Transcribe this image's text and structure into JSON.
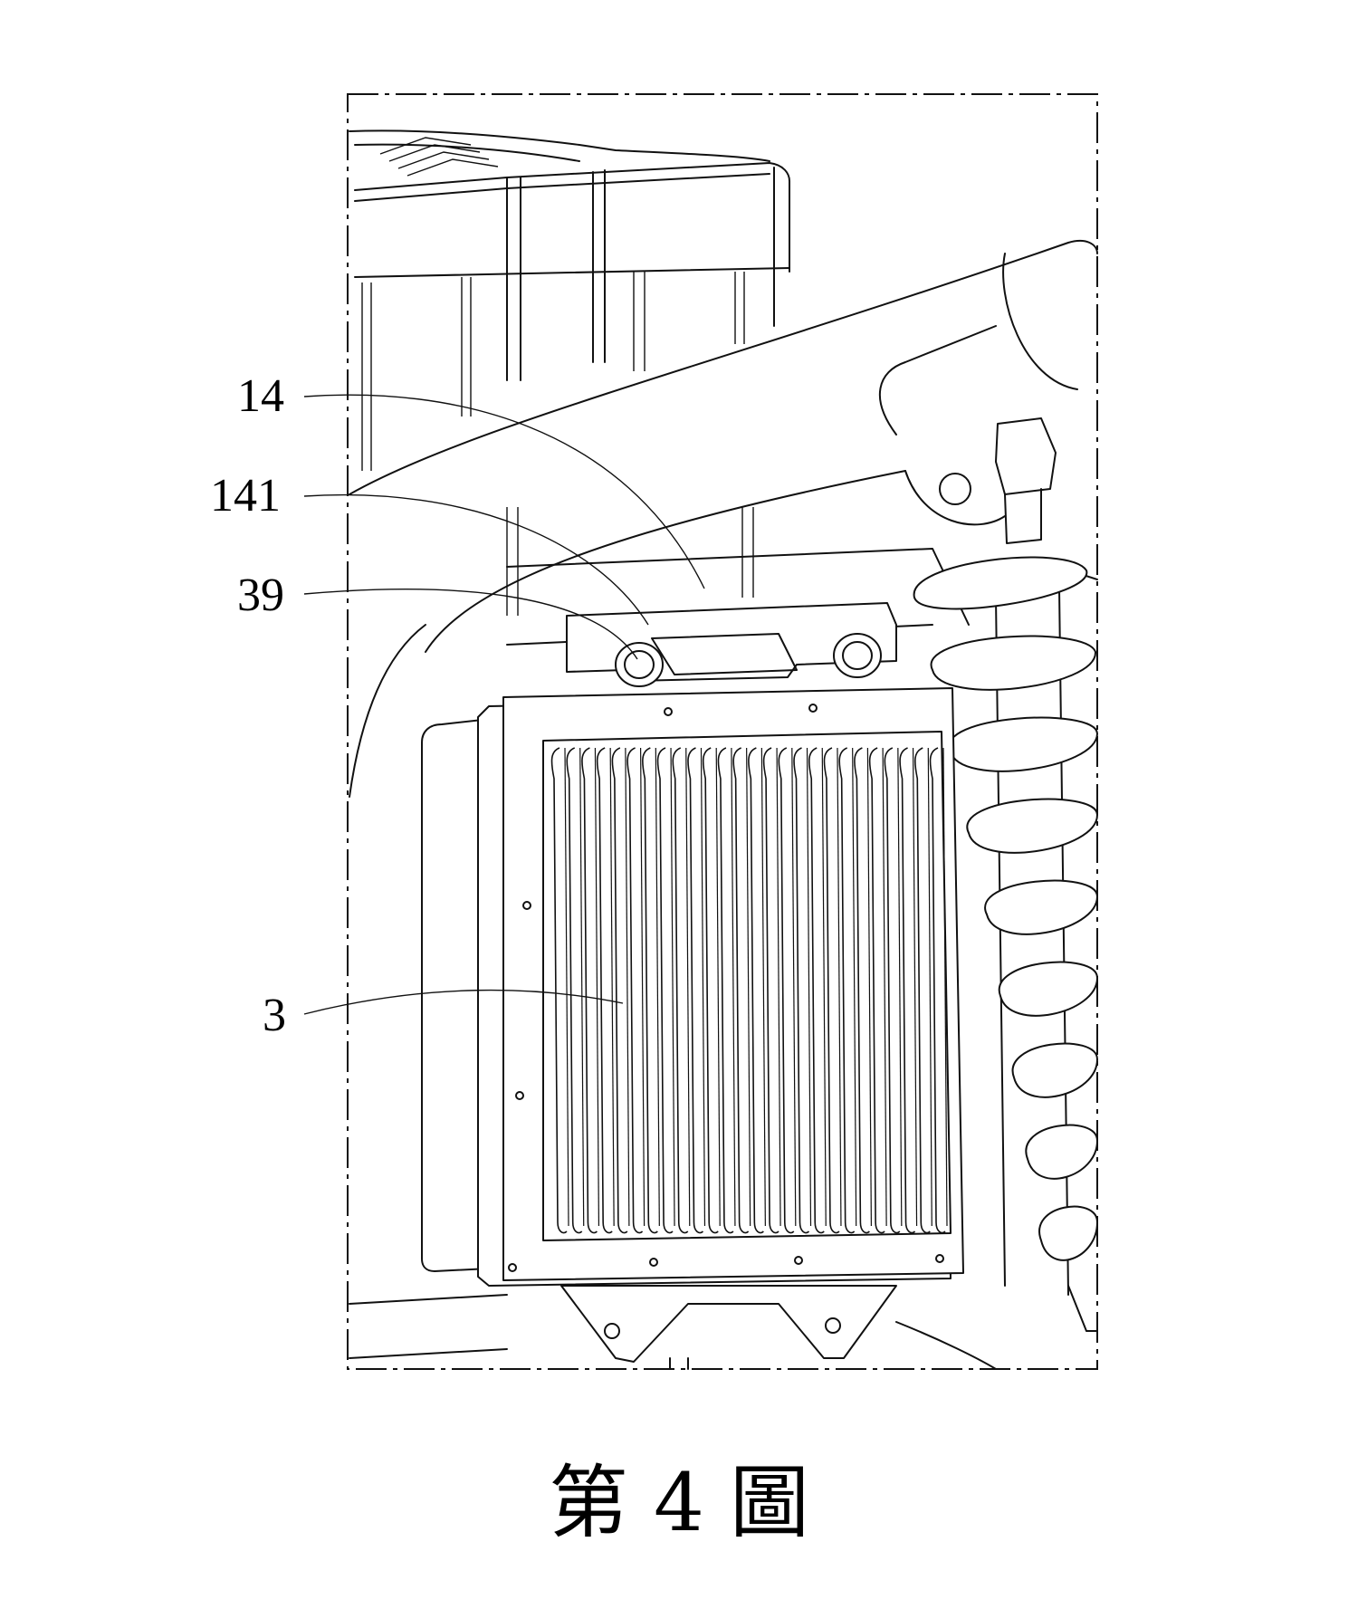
{
  "labels": {
    "part_14": "14",
    "part_141": "141",
    "part_39": "39",
    "part_3": "3"
  },
  "caption": "第 4 圖"
}
